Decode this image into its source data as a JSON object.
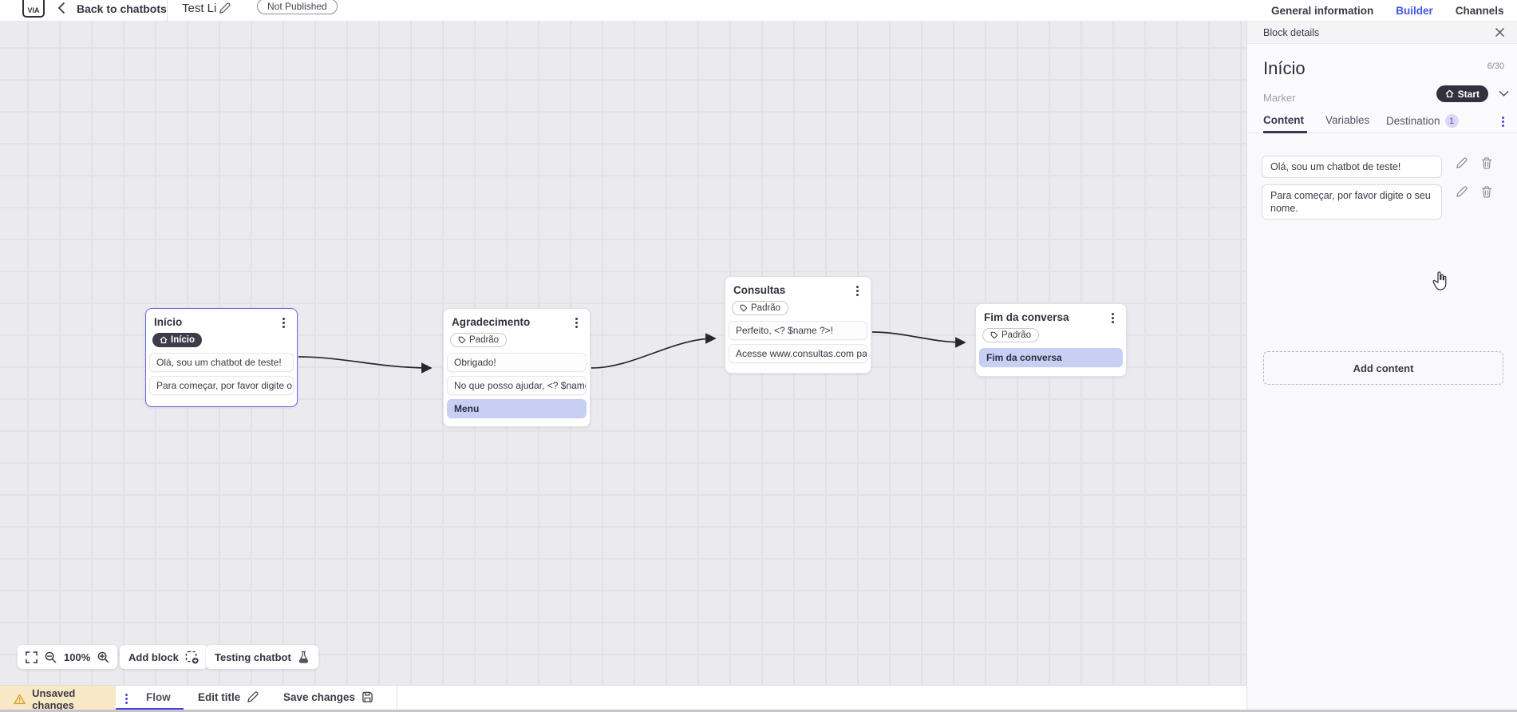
{
  "topbar": {
    "back_label": "Back to chatbots",
    "flow_title": "Test Li",
    "status_badge": "Not Published",
    "tabs": [
      {
        "label": "General information"
      },
      {
        "label": "Builder",
        "active": true
      },
      {
        "label": "Channels"
      }
    ]
  },
  "panel": {
    "header": "Block details",
    "block_name": "Início",
    "char_counter": "6/30",
    "marker_label": "Marker",
    "marker_value": "Start",
    "tabs": [
      {
        "label": "Content",
        "active": true
      },
      {
        "label": "Variables"
      },
      {
        "label": "Destination",
        "badge": "1"
      }
    ],
    "contents": [
      {
        "text": "Olá, sou um chatbot de teste!"
      },
      {
        "text": "Para começar, por favor digite o seu nome."
      }
    ],
    "add_content_label": "Add content"
  },
  "canvas": {
    "zoom_level": "100%",
    "add_block_label": "Add block",
    "testing_label": "Testing chatbot",
    "nodes": [
      {
        "title": "Início",
        "tag": "Início",
        "tag_type": "start",
        "selected": true,
        "items": [
          {
            "text": "Olá, sou um chatbot de teste!"
          },
          {
            "text": "Para começar, por favor digite o ..."
          }
        ]
      },
      {
        "title": "Agradecimento",
        "tag": "Padrão",
        "tag_type": "default",
        "items": [
          {
            "text": "Obrigado!"
          },
          {
            "text": "No que posso ajudar, <? $name ..."
          },
          {
            "text": "Menu",
            "highlight": true
          }
        ]
      },
      {
        "title": "Consultas",
        "tag": "Padrão",
        "tag_type": "default",
        "items": [
          {
            "text": "Perfeito, <? $name ?>!"
          },
          {
            "text": "Acesse www.consultas.com par..."
          }
        ]
      },
      {
        "title": "Fim da conversa",
        "tag": "Padrão",
        "tag_type": "default",
        "items": [
          {
            "text": "Fim da conversa",
            "highlight": true
          }
        ]
      }
    ]
  },
  "bottombar": {
    "unsaved_label": "Unsaved changes",
    "flow_tab": "Flow",
    "edit_title_label": "Edit title",
    "save_label": "Save changes"
  },
  "colors": {
    "accent_blue": "#3f57e0",
    "accent_indigo": "#4b46e0",
    "item_highlight": "#c7cff3",
    "dark_pill": "#3d3c48",
    "warning_bg": "#f8e8c6",
    "warning_icon": "#d9a024"
  }
}
